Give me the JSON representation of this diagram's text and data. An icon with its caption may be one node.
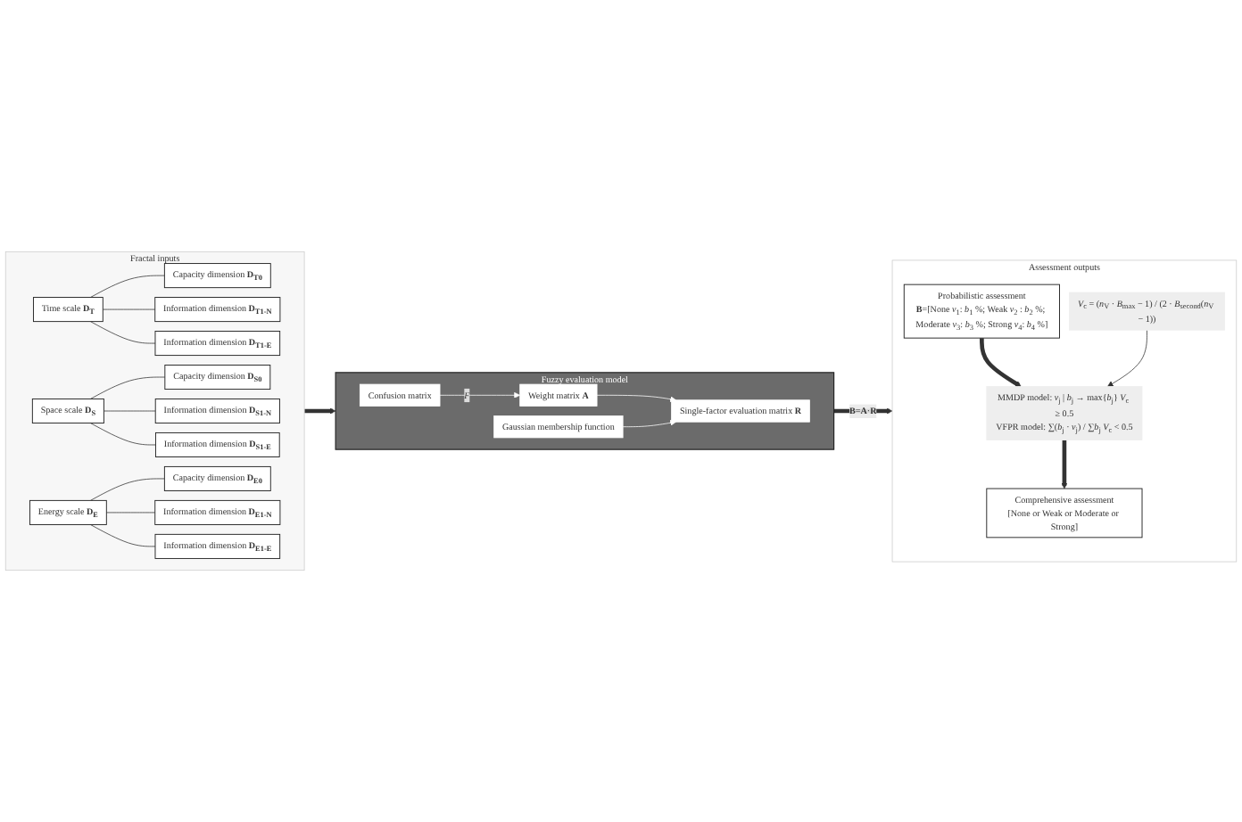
{
  "diagram": {
    "nodes": [
      {
        "text": [
          "Fractal inputs"
        ]
      },
      {
        "text": [
          "Time scale **D$_{T}$**"
        ],
        "in": 0
      },
      {
        "text": [
          "Capacity dimension **D$_{T0}$**"
        ],
        "in": 0
      },
      {
        "text": [
          "Information dimension **D$_{T1-N}$**"
        ],
        "in": 0
      },
      {
        "text": [
          "Information dimension **D$_{T1-E}$**"
        ],
        "in": 0
      },
      {
        "text": [
          "Space scale **D$_{S}$**"
        ],
        "in": 0
      },
      {
        "text": [
          "Capacity dimension **D$_{S0}$**"
        ],
        "in": 0
      },
      {
        "text": [
          "Information dimension **D$_{S1-N}$**"
        ],
        "in": 0
      },
      {
        "text": [
          "Information dimension **D$_{S1-E}$**"
        ],
        "in": 0
      },
      {
        "text": [
          "Energy scale **D$_{E}$**"
        ],
        "in": 0
      },
      {
        "text": [
          "Capacity dimension **D$_{E0}$**"
        ],
        "in": 0
      },
      {
        "text": [
          "Information dimension **D$_{E1-N}$**"
        ],
        "in": 0
      },
      {
        "text": [
          "Information dimension **D$_{E1-E}$**"
        ],
        "in": 0
      },
      {
        "text": [
          "Fuzzy evaluation model"
        ]
      },
      {
        "text": [
          "Confusion matrix"
        ],
        "in": 13
      },
      {
        "text": [
          "Weight matrix **A**"
        ],
        "in": 13
      },
      {
        "text": [
          "Gaussian membership function"
        ],
        "in": 13
      },
      {
        "text": [
          "Single-factor evaluation matrix **R**"
        ],
        "in": 13
      },
      {
        "text": [
          "Assessment outputs"
        ]
      },
      {
        "text": [
          "Probabilistic assessment",
          "**B**=[None *v*$_{1}$: *b*$_{1}$ %; Weak *v*$_{2}$ : *b*$_{2}$ %; Moderate *v*$_{3}$: *b*$_{3}$ %; Strong *v*$_{4}$: *b*$_{4}$ %]"
        ],
        "in": 18
      },
      {
        "text": [
          "*V*$_{c}$ = (*n*$_{V}$ · *B*$_{max}$ − 1) / (2 · *B*$_{second}$(*n*$_{V}$ − 1))"
        ],
        "in": 18
      },
      {
        "text": [
          "MMDP model: *v*$_{j}$ | *b*$_{j}$ → max{*b*$_{j}$} *V*$_{c}$ ≥ 0.5",
          "VFPR model: ∑(*b*$_{j}$ · *v*$_{j}$) / ∑*b*$_{j}$ *V*$_{c}$ < 0.5"
        ],
        "in": 18
      },
      {
        "text": [
          "Comprehensive assessment",
          "[None or Weak or Moderate or Strong]"
        ],
        "in": 18
      }
    ],
    "edges": [
      {
        "from": 1,
        "to": 2,
        "arrow": "none"
      },
      {
        "from": 1,
        "to": 3,
        "arrow": "none"
      },
      {
        "from": 1,
        "to": 4,
        "arrow": "none"
      },
      {
        "from": 5,
        "to": 6,
        "arrow": "none"
      },
      {
        "from": 5,
        "to": 7,
        "arrow": "none"
      },
      {
        "from": 5,
        "to": 8,
        "arrow": "none"
      },
      {
        "from": 9,
        "to": 10,
        "arrow": "none"
      },
      {
        "from": 9,
        "to": 11,
        "arrow": "none"
      },
      {
        "from": 9,
        "to": 12,
        "arrow": "none"
      },
      {
        "from": 0,
        "to": 13,
        "arrow": "to",
        "style": "thick"
      },
      {
        "from": 14,
        "to": 15,
        "arrow": "to",
        "label": "*F*",
        "color": "#ffffff"
      },
      {
        "from": 15,
        "to": 17,
        "arrow": "to",
        "color": "#ffffff"
      },
      {
        "from": 16,
        "to": 17,
        "arrow": "to",
        "color": "#ffffff"
      },
      {
        "from": 13,
        "to": 18,
        "arrow": "to",
        "label": "**B**=**A**·**R**",
        "style": "thick"
      },
      {
        "from": 19,
        "to": 21,
        "arrow": "to",
        "style": "thick"
      },
      {
        "from": 20,
        "to": 21,
        "arrow": "to"
      },
      {
        "from": 21,
        "to": 22,
        "arrow": "to",
        "style": "thick"
      }
    ]
  }
}
